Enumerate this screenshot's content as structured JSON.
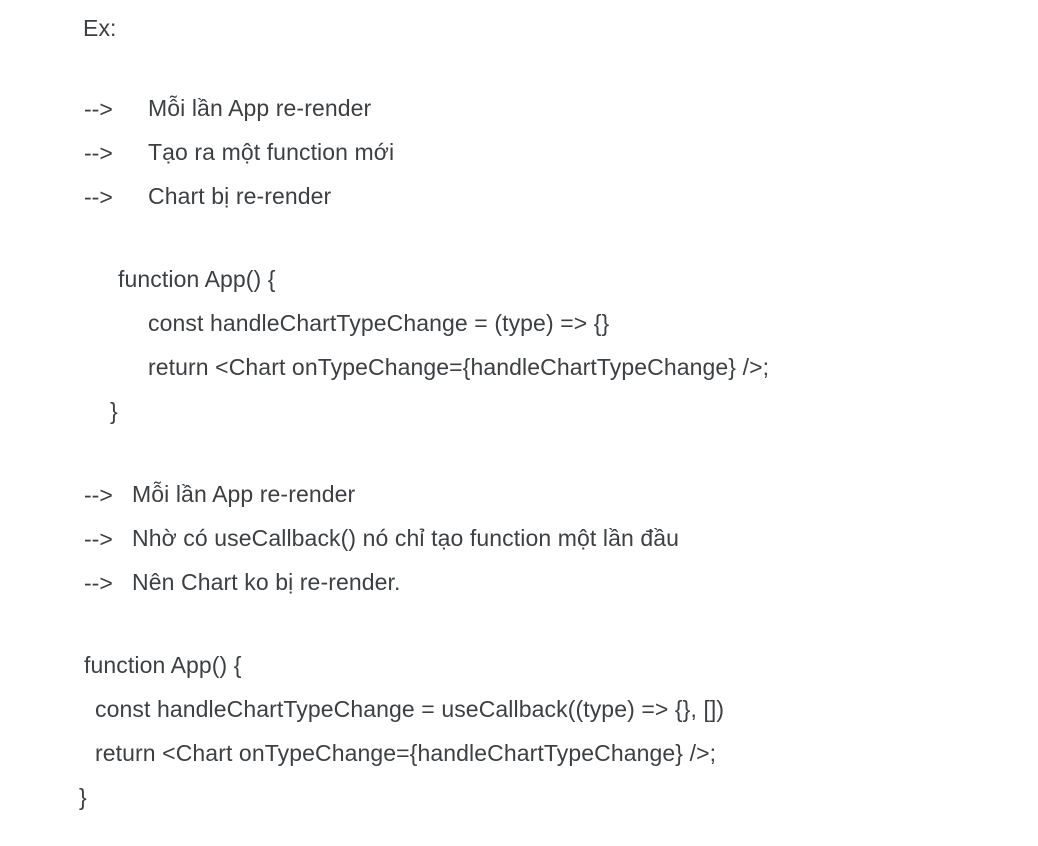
{
  "document": {
    "heading": "Ex:",
    "background_color": "#ffffff",
    "text_color": "#3c4043",
    "sections": [
      {
        "name": "without-usecallback-bullets",
        "bullets": [
          {
            "marker": "-->",
            "text": "Mỗi lần App re-render"
          },
          {
            "marker": "-->",
            "text": "Tạo ra một function mới"
          },
          {
            "marker": "-->",
            "text": "Chart bị re-render"
          }
        ]
      },
      {
        "name": "without-usecallback-code",
        "code_lines": [
          "function App() {",
          "const handleChartTypeChange = (type) => {}",
          "return <Chart onTypeChange={handleChartTypeChange} />;",
          "}"
        ]
      },
      {
        "name": "with-usecallback-bullets",
        "bullets": [
          {
            "marker": "-->",
            "text": "Mỗi lần App re-render"
          },
          {
            "marker": "-->",
            "text": "Nhờ có useCallback() nó chỉ tạo function một lần đầu"
          },
          {
            "marker": "-->",
            "text": "Nên Chart ko bị re-render."
          }
        ]
      },
      {
        "name": "with-usecallback-code",
        "code_lines": [
          "function App() {",
          "const handleChartTypeChange = useCallback((type) => {}, [])",
          "return <Chart onTypeChange={handleChartTypeChange} />;",
          "}"
        ]
      }
    ]
  }
}
